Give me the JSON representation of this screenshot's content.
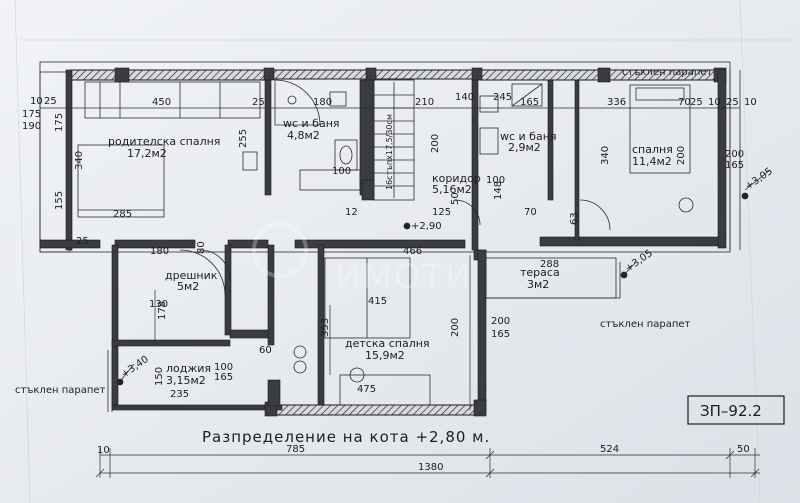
{
  "drawing": {
    "title": "Разпределение на кота +2,80 м.",
    "code": "ЗП–92.2",
    "watermark": "ИМОТИ"
  },
  "rooms": {
    "parents_bedroom": {
      "name": "родителска  спалня",
      "area": "17,2м2"
    },
    "wc_bath_1": {
      "name": "wc  и  баня",
      "area": "4,8м2"
    },
    "corridor": {
      "name": "коридор",
      "area": "5,16м2"
    },
    "wc_bath_2": {
      "name": "wc  и  баня",
      "area": "2,9м2"
    },
    "bedroom": {
      "name": "спалня",
      "area": "11,4м2"
    },
    "wardrobe": {
      "name": "дрешник",
      "area": "5м2"
    },
    "terrace": {
      "name": "тераса",
      "area": "3м2"
    },
    "loggia": {
      "name": "лоджия",
      "area": "3,15м2"
    },
    "kids_bedroom": {
      "name": "детска  спалня",
      "area": "15,9м2"
    }
  },
  "labels": {
    "glass_parapet_top": "стъклен  парапет",
    "glass_parapet_right": "стъклен  парапет",
    "glass_parapet_left": "стъклен  парапет",
    "stairs": "16стъпх17,5/30см",
    "level_top": "+3,05",
    "level_terrace": "+3,05",
    "level_loggia": "+3,40",
    "level_corridor": "+2,90"
  },
  "dimensions": {
    "bottom_total": "1380",
    "bottom_left": "785",
    "bottom_mid": "524",
    "bottom_right": "50",
    "bottom_10": "10",
    "top_450": "450",
    "top_25a": "25",
    "top_180": "180",
    "top_210": "210",
    "top_165": "165",
    "top_336": "336",
    "top_70": "70",
    "top_25b": "25",
    "top_10a": "10",
    "top_25c": "25",
    "top_10b": "10",
    "left_10": "10",
    "left_25": "25",
    "left_175": "175",
    "left_190": "190",
    "d_175": "175",
    "d_340": "340",
    "d_155": "155",
    "d_285": "285",
    "d_25": "25",
    "d_255": "255",
    "d_100a": "100",
    "d_140": "140",
    "d_245": "245",
    "d_340b": "340",
    "d_200a": "200",
    "d_200b": "200",
    "d_165a": "165",
    "d_180": "180",
    "d_80": "80",
    "d_130": "130",
    "d_178": "178",
    "d_150": "150",
    "d_235": "235",
    "d_100b": "100",
    "d_165b": "165",
    "d_60": "60",
    "d_415": "415",
    "d_353": "353",
    "d_475": "475",
    "d_200c": "200",
    "d_200d": "200",
    "d_165c": "165",
    "d_288": "288",
    "d_125": "125",
    "d_200e": "200",
    "d_100c": "100",
    "d_50": "50",
    "d_148": "148",
    "d_70": "70",
    "d_63": "63",
    "d_466": "466",
    "d_12": "12"
  }
}
